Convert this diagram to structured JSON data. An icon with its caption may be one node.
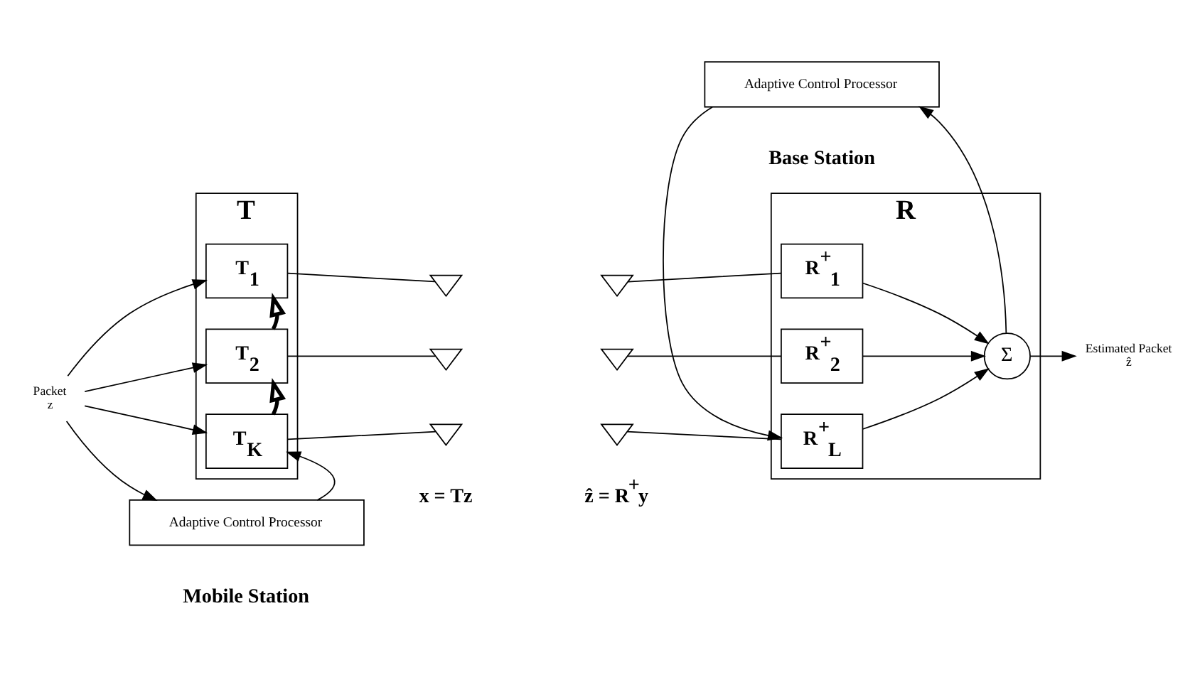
{
  "diagram": {
    "nodes": [
      {
        "text": [
          "T"
        ]
      },
      {
        "text": [
          "T$_{1}$"
        ],
        "in": 0
      },
      {
        "text": [
          "T$_{2}$"
        ],
        "in": 0
      },
      {
        "text": [
          "T$_{K}$"
        ],
        "in": 0
      },
      {
        "text": [
          "Packet",
          "z"
        ]
      },
      {
        "text": [
          "Adaptive Control Processor"
        ]
      },
      {
        "text": [],
        "shape": "triangle"
      },
      {
        "text": [],
        "shape": "triangle"
      },
      {
        "text": [],
        "shape": "triangle"
      },
      {
        "text": [
          "R"
        ]
      },
      {
        "text": [
          "R$^{+}$$_{1}$"
        ],
        "in": 9
      },
      {
        "text": [
          "R$^{+}$$_{2}$"
        ],
        "in": 9
      },
      {
        "text": [
          "R$^{+}$$_{L}$"
        ],
        "in": 9
      },
      {
        "text": [
          "Σ"
        ],
        "in": 9
      },
      {
        "text": [
          "Adaptive Control Processor"
        ]
      },
      {
        "text": [],
        "shape": "triangle"
      },
      {
        "text": [],
        "shape": "triangle"
      },
      {
        "text": [],
        "shape": "triangle"
      },
      {
        "text": [
          "Estimated Packet",
          "ẑ"
        ]
      }
    ],
    "edges": [
      {
        "from": 4,
        "to": 1,
        "arrow": "to"
      },
      {
        "from": 4,
        "to": 2,
        "arrow": "to"
      },
      {
        "from": 4,
        "to": 3,
        "arrow": "to"
      },
      {
        "from": 4,
        "to": 5,
        "arrow": "to"
      },
      {
        "from": 2,
        "to": 1,
        "arrow": "to",
        "style": "thick"
      },
      {
        "from": 3,
        "to": 2,
        "arrow": "to",
        "style": "thick"
      },
      {
        "from": 5,
        "to": 3,
        "arrow": "to"
      },
      {
        "from": 1,
        "to": 6,
        "arrow": "none"
      },
      {
        "from": 2,
        "to": 7,
        "arrow": "none"
      },
      {
        "from": 3,
        "to": 8,
        "arrow": "none"
      },
      {
        "from": 15,
        "to": 10,
        "arrow": "none"
      },
      {
        "from": 16,
        "to": 11,
        "arrow": "none"
      },
      {
        "from": 17,
        "to": 12,
        "arrow": "none"
      },
      {
        "from": 10,
        "to": 13,
        "arrow": "to"
      },
      {
        "from": 11,
        "to": 13,
        "arrow": "to"
      },
      {
        "from": 12,
        "to": 13,
        "arrow": "to"
      },
      {
        "from": 13,
        "to": 18,
        "arrow": "to"
      },
      {
        "from": 13,
        "to": 14,
        "arrow": "to"
      },
      {
        "from": 14,
        "to": 12,
        "arrow": "to"
      }
    ],
    "labels": [
      "x = Tz",
      "ẑ = R$^{+}$y",
      "Mobile Station",
      "Base Station"
    ]
  }
}
